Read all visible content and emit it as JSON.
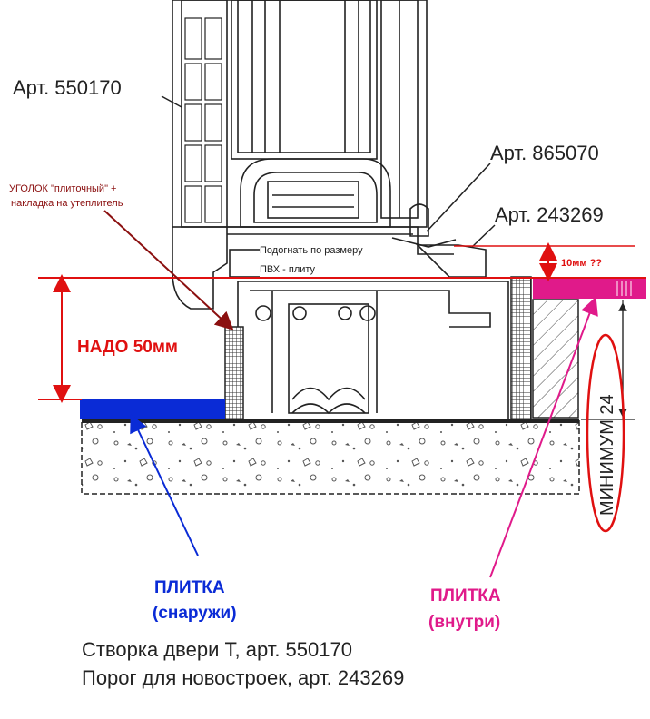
{
  "labels": {
    "art_550170": "Арт. 550170",
    "art_865070": "Арт. 865070",
    "art_243269": "Арт. 243269",
    "cut_note_line1": "Подогнать по размеру",
    "cut_note_line2": "ПВХ - плиту",
    "corner_note_line1": "УГОЛОК \"плиточный\" +",
    "corner_note_line2": "накладка на утеплитель",
    "need_50": "НАДО 50мм",
    "ten_mm": "10мм ??",
    "minimum_24": "МИНИМУМ 24",
    "tile_outside_line1": "ПЛИТКА",
    "tile_outside_line2": "(снаружи)",
    "tile_inside_line1": "ПЛИТКА",
    "tile_inside_line2": "(внутри)",
    "caption_line1": "Створка двери Т, арт. 550170",
    "caption_line2": "Порог для новостроек, арт. 243269"
  },
  "colors": {
    "line": "#222222",
    "red_annotation": "#e01010",
    "dark_red_annotation": "#8b1010",
    "tile_outside": "#0a2bd6",
    "tile_inside": "#e01a8a",
    "mesh_fill": "#9a9a9a",
    "concrete_dots": "#555555"
  }
}
